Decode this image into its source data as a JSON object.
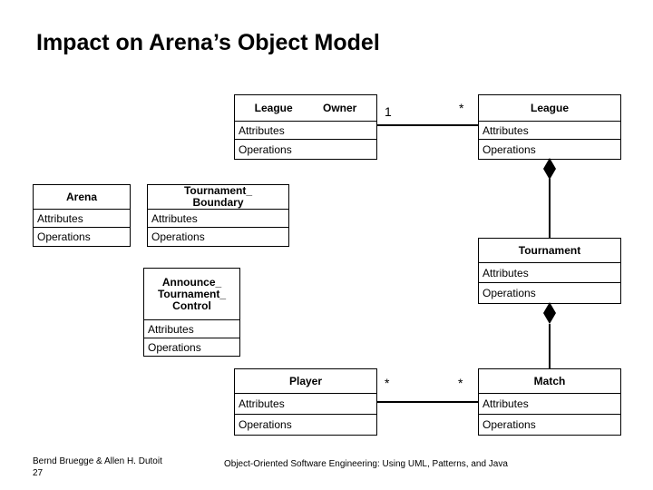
{
  "slide": {
    "title": "Impact on Arena’s Object Model",
    "footer": {
      "authors": "Bernd Bruegge & Allen H. Dutoit",
      "page_number": "27",
      "book_title": "Object-Oriented Software Engineering: Using UML, Patterns, and Java"
    }
  },
  "diagram": {
    "type": "uml-class-diagram",
    "classes": [
      {
        "id": "league-owner",
        "name": "League Owner",
        "attributes_label": "Attributes",
        "operations_label": "Operations"
      },
      {
        "id": "league",
        "name": "League",
        "attributes_label": "Attributes",
        "operations_label": "Operations"
      },
      {
        "id": "arena",
        "name": "Arena",
        "attributes_label": "Attributes",
        "operations_label": "Operations"
      },
      {
        "id": "tournament-boundary",
        "name": "Tournament_\nBoundary",
        "attributes_label": "Attributes",
        "operations_label": "Operations"
      },
      {
        "id": "announce-tournament-control",
        "name": "Announce_\nTournament_\nControl",
        "attributes_label": "Attributes",
        "operations_label": "Operations"
      },
      {
        "id": "tournament",
        "name": "Tournament",
        "attributes_label": "Attributes",
        "operations_label": "Operations"
      },
      {
        "id": "player",
        "name": "Player",
        "attributes_label": "Attributes",
        "operations_label": "Operations"
      },
      {
        "id": "match",
        "name": "Match",
        "attributes_label": "Attributes",
        "operations_label": "Operations"
      }
    ],
    "associations": [
      {
        "from": "league-owner",
        "to": "league",
        "from_multiplicity": "1",
        "to_multiplicity": "*"
      },
      {
        "from": "player",
        "to": "match",
        "from_multiplicity": "*",
        "to_multiplicity": "*"
      }
    ],
    "compositions": [
      {
        "whole": "league",
        "part": "tournament"
      },
      {
        "whole": "tournament",
        "part": "match"
      }
    ],
    "line_color": "#000000",
    "background_color": "#ffffff"
  }
}
